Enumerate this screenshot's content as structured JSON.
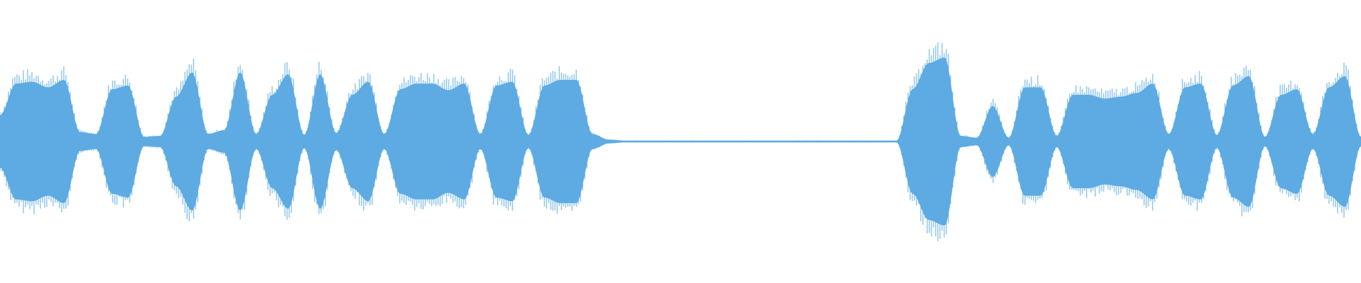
{
  "waveform": {
    "color": "#5dabe2",
    "background": "#ffffff",
    "amplitude_envelope": [
      0.28,
      0.62,
      0.64,
      0.58,
      0.66,
      0.1,
      0.08,
      0.56,
      0.6,
      0.05,
      0.06,
      0.48,
      0.74,
      0.08,
      0.12,
      0.74,
      0.08,
      0.5,
      0.72,
      0.07,
      0.72,
      0.09,
      0.5,
      0.64,
      0.08,
      0.56,
      0.62,
      0.62,
      0.55,
      0.62,
      0.08,
      0.6,
      0.64,
      0.07,
      0.6,
      0.66,
      0.66,
      0.08,
      0.02,
      0.01,
      0.01,
      0.01,
      0.01,
      0.01,
      0.01,
      0.01,
      0.01,
      0.01,
      0.01,
      0.01,
      0.01,
      0.01,
      0.01,
      0.01,
      0.01,
      0.01,
      0.01,
      0.56,
      0.84,
      0.9,
      0.06,
      0.04,
      0.38,
      0.04,
      0.58,
      0.58,
      0.06,
      0.5,
      0.5,
      0.46,
      0.48,
      0.52,
      0.62,
      0.08,
      0.58,
      0.62,
      0.07,
      0.6,
      0.7,
      0.05,
      0.5,
      0.56,
      0.08,
      0.58,
      0.7,
      0.05
    ]
  }
}
